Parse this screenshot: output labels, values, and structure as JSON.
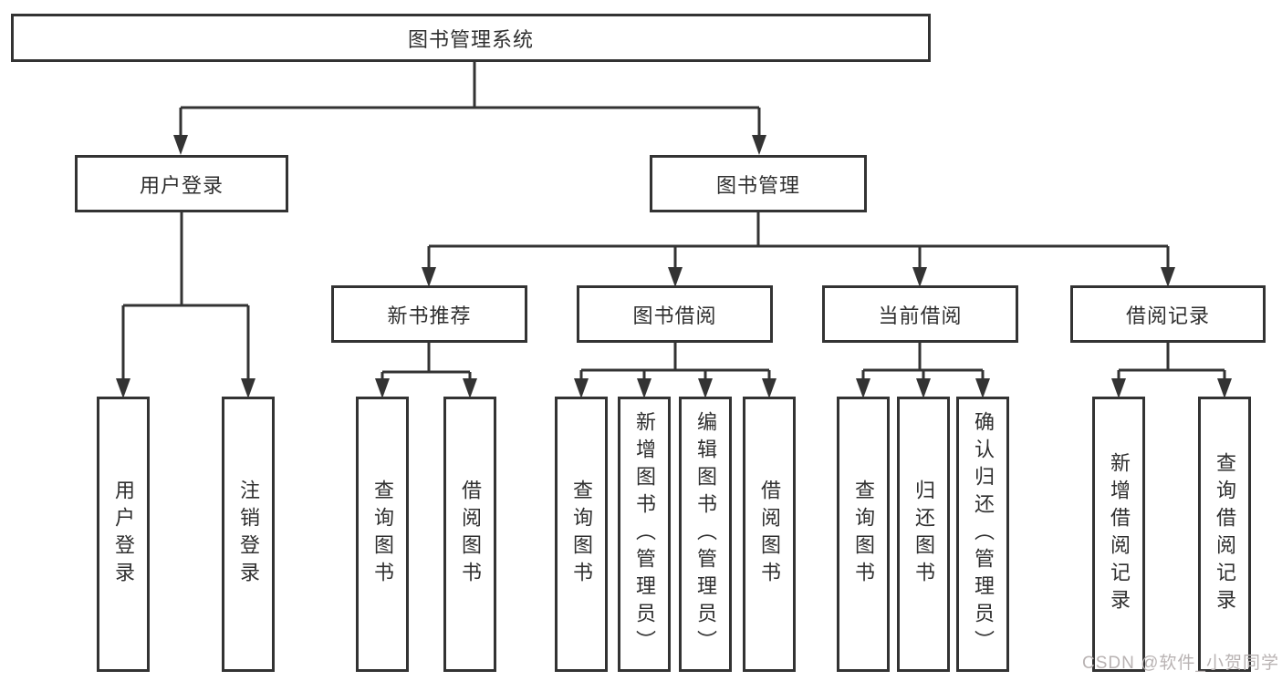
{
  "tree": {
    "root": {
      "label": "图书管理系统"
    },
    "branches": [
      {
        "label": "用户登录",
        "children": [
          {
            "label": "用户登录"
          },
          {
            "label": "注销登录"
          }
        ]
      },
      {
        "label": "图书管理",
        "children": [
          {
            "label": "新书推荐",
            "children": [
              {
                "label": "查询图书"
              },
              {
                "label": "借阅图书"
              }
            ]
          },
          {
            "label": "图书借阅",
            "children": [
              {
                "label": "查询图书"
              },
              {
                "label": "新增图书（管理员）"
              },
              {
                "label": "编辑图书（管理员）"
              },
              {
                "label": "借阅图书"
              }
            ]
          },
          {
            "label": "当前借阅",
            "children": [
              {
                "label": "查询图书"
              },
              {
                "label": "归还图书"
              },
              {
                "label": "确认归还（管理员）"
              }
            ]
          },
          {
            "label": "借阅记录",
            "children": [
              {
                "label": "新增借阅记录"
              },
              {
                "label": "查询借阅记录"
              }
            ]
          }
        ]
      }
    ]
  },
  "watermark": {
    "text": "CSDN @软件_小贺同学"
  },
  "colors": {
    "line": "#333333",
    "text": "#2f2f2f",
    "watermark": "#b9b3b3",
    "background": "#ffffff"
  }
}
